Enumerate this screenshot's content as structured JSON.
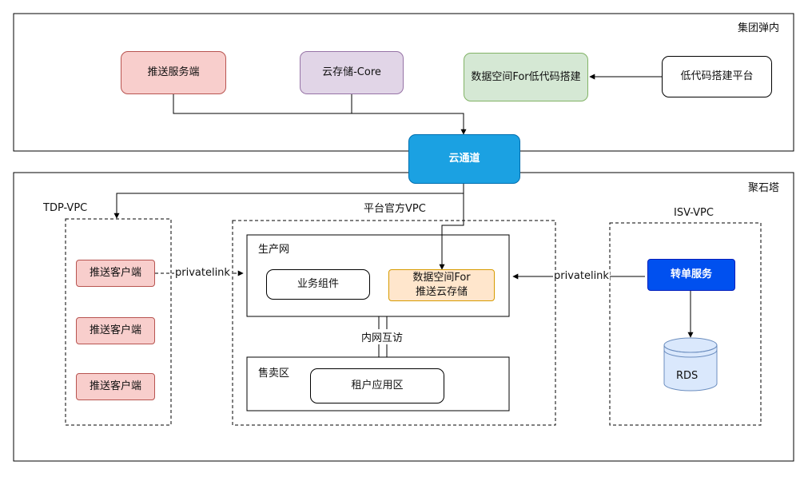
{
  "zones": {
    "group_inner": "集团弹内",
    "jushita": "聚石塔"
  },
  "vpcs": {
    "tdp": "TDP-VPC",
    "platform": "平台官方VPC",
    "isv": "ISV-VPC"
  },
  "nets": {
    "production": "生产网",
    "sales": "售卖区"
  },
  "nodes": {
    "push_server": "推送服务端",
    "cloud_storage_core": "云存储-Core",
    "data_space_lowcode": "数据空间For低代码搭建",
    "lowcode_platform": "低代码搭建平台",
    "cloud_channel": "云通道",
    "push_client_1": "推送客户端",
    "push_client_2": "推送客户端",
    "push_client_3": "推送客户端",
    "business_component": "业务组件",
    "data_space_push_line1": "数据空间For",
    "data_space_push_line2": "推送云存储",
    "tenant_app_zone": "租户应用区",
    "transfer_service": "转单服务",
    "rds": "RDS"
  },
  "edge_labels": {
    "privatelink_left": "privatelink",
    "privatelink_right": "privatelink",
    "intranet_access": "内网互访"
  },
  "colors": {
    "red_fill": "#f8cecc",
    "red_stroke": "#b85450",
    "purple_fill": "#e1d5e7",
    "purple_stroke": "#9673a6",
    "green_fill": "#d5e8d4",
    "green_stroke": "#82b366",
    "blue_fill": "#1ba1e2",
    "orange_fill": "#ffe6cc",
    "orange_stroke": "#d79b00",
    "royal_blue": "#0050ef",
    "db_fill": "#dae8fc",
    "db_stroke": "#6c8ebf"
  }
}
